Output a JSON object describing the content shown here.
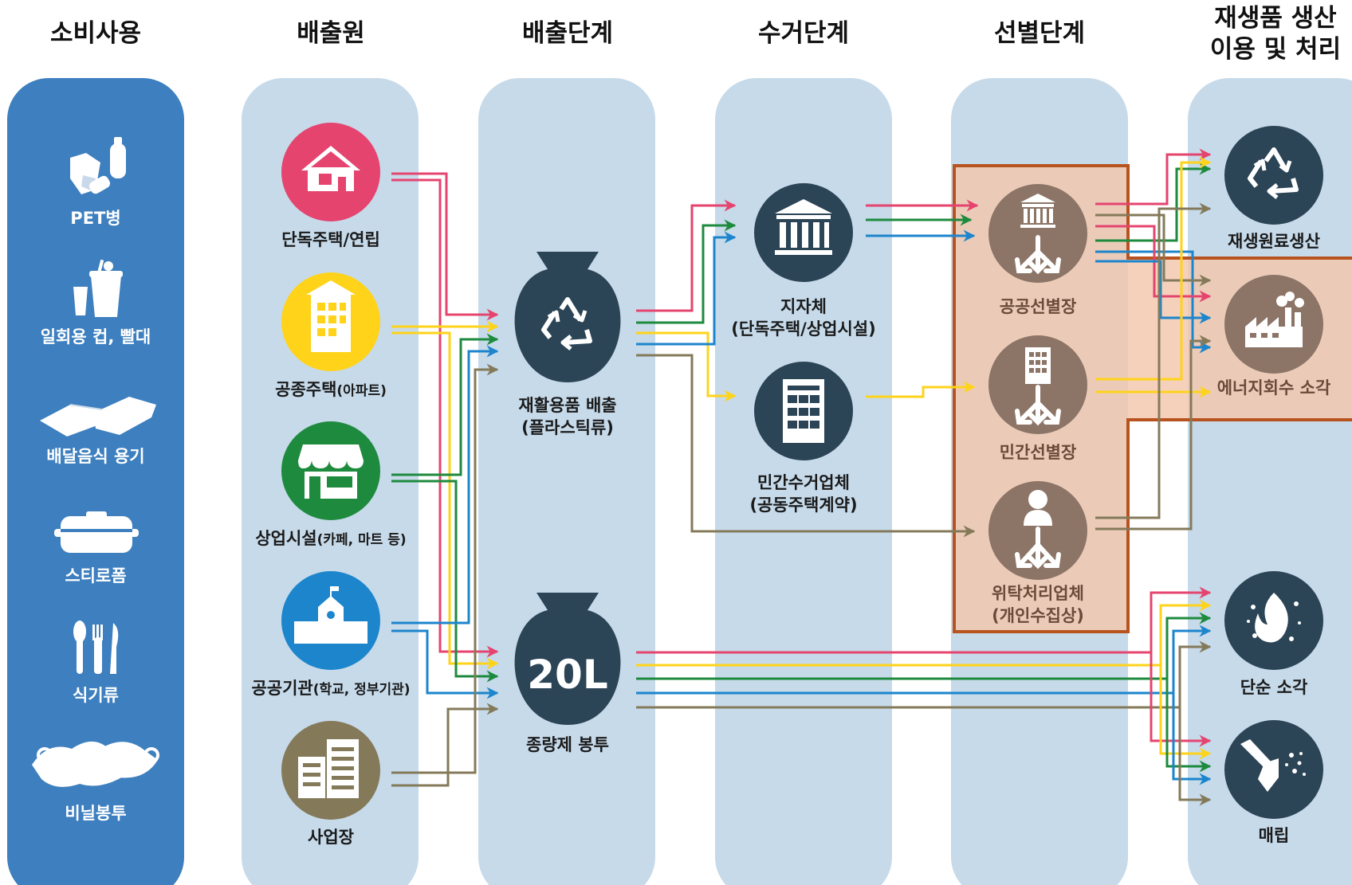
{
  "headers": {
    "consumption": "소비사용",
    "sources": "배출원",
    "emission": "배출단계",
    "collection": "수거단계",
    "sorting": "선별단계",
    "final_line1": "재생품 생산",
    "final_line2": "이용 및 처리"
  },
  "consumption_items": [
    {
      "label": "PET병",
      "icon": "pet-bottle-icon"
    },
    {
      "label": "일회용 컵, 빨대",
      "icon": "disposable-cup-icon"
    },
    {
      "label": "배달음식 용기",
      "icon": "delivery-container-icon"
    },
    {
      "label": "스티로폼",
      "icon": "styrofoam-box-icon"
    },
    {
      "label": "식기류",
      "icon": "cutlery-icon"
    },
    {
      "label": "비닐봉투",
      "icon": "plastic-bag-icon"
    }
  ],
  "sources": [
    {
      "main": "단독주택/연립",
      "sub": "",
      "color": "#e5446f",
      "icon": "house-icon"
    },
    {
      "main": "공종주택",
      "sub": "(아파트)",
      "color": "#ffd31a",
      "icon": "apartment-icon"
    },
    {
      "main": "상업시설",
      "sub": "(카페, 마트 등)",
      "color": "#1e8a3e",
      "icon": "shop-icon"
    },
    {
      "main": "공공기관",
      "sub": "(학교, 정부기관)",
      "color": "#1c85cc",
      "icon": "school-icon"
    },
    {
      "main": "사업장",
      "sub": "",
      "color": "#847a5a",
      "icon": "office-building-icon"
    }
  ],
  "emission": {
    "recycle_line1": "재활용품 배출",
    "recycle_line2": "(플라스틱류)",
    "volume_bag_text": "20L",
    "volume_bag_label": "종량제 봉투"
  },
  "collection": {
    "municipal_line1": "지자체",
    "municipal_line2": "(단독주택/상업시설)",
    "private_line1": "민간수거업체",
    "private_line2": "(공동주택계약)"
  },
  "sorting": {
    "public": "공공선별장",
    "private": "민간선별장",
    "contract_line1": "위탁처리업체",
    "contract_line2": "(개인수집상)"
  },
  "final": {
    "recycled_material": "재생원료생산",
    "energy_recovery": "에너지회수 소각",
    "incineration": "단순 소각",
    "landfill": "매립"
  },
  "colors": {
    "consumption_panel": "#3d7fbf",
    "panel": "#c6daea",
    "dark_node": "#2b4456",
    "brown_node": "#8c7466",
    "highlight_fill": "#f3c7ad",
    "highlight_border": "#b8531f",
    "red": "#e5446f",
    "yellow": "#ffd31a",
    "green": "#1e8a3e",
    "blue": "#1c85cc",
    "olive": "#847a5a"
  }
}
